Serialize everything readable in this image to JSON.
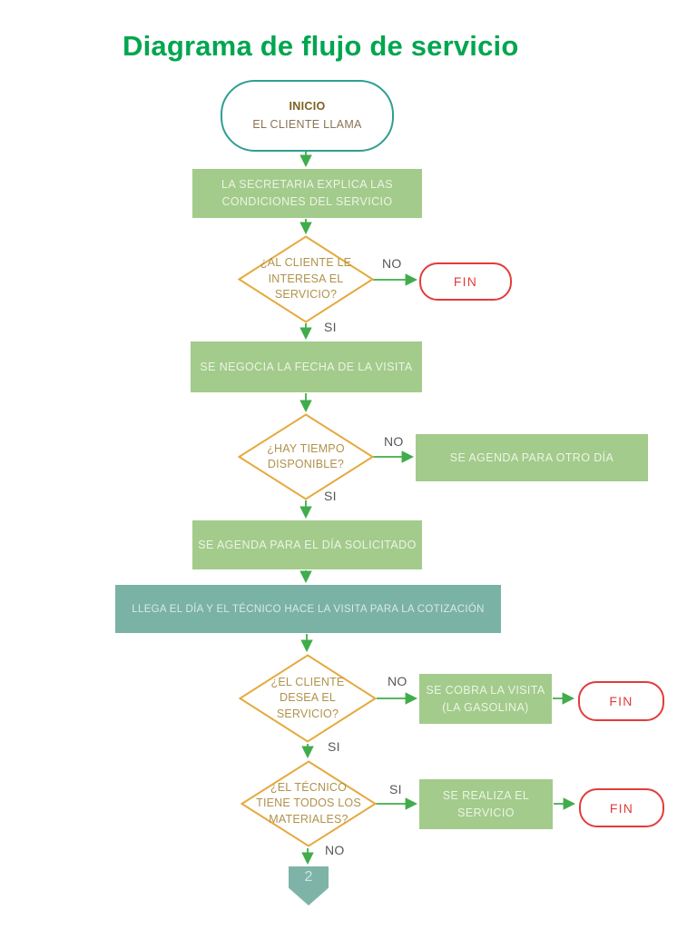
{
  "title": "Diagrama de flujo de servicio",
  "nodes": {
    "start_title": "INICIO",
    "start_subtitle": "EL CLIENTE LLAMA",
    "secretaria_explica": "LA SECRETARIA EXPLICA LAS\nCONDICIONES DEL SERVICIO",
    "cliente_interesa": "¿AL CLIENTE LE\nINTERESA EL\nSERVICIO?",
    "fin1": "FIN",
    "negocia_fecha": "SE NEGOCIA LA FECHA DE LA VISITA",
    "hay_tiempo": "¿HAY TIEMPO\nDISPONIBLE?",
    "agenda_otro_dia": "SE AGENDA PARA OTRO DÍA",
    "agenda_dia_solicitado": "SE AGENDA PARA EL DÍA SOLICITADO",
    "tecnico_visita": "LLEGA EL DÍA Y EL TÉCNICO HACE LA VISITA PARA LA COTIZACIÓN",
    "cliente_desea": "¿EL CLIENTE\nDESEA EL\nSERVICIO?",
    "cobra_visita": "SE COBRA LA VISITA\n(LA GASOLINA)",
    "fin2": "FIN",
    "tecnico_materiales": "¿EL TÉCNICO\nTIENE TODOS LOS\nMATERIALES?",
    "realiza_servicio": "SE REALIZA EL\nSERVICIO",
    "fin3": "FIN",
    "page_connector": "2"
  },
  "edge_labels": {
    "no1": "NO",
    "si1": "SI",
    "no2": "NO",
    "si2": "SI",
    "no3": "NO",
    "si3": "SI",
    "si4": "SI",
    "no4": "NO"
  },
  "colors": {
    "title_green": "#00A64F",
    "process_fill": "#A3CB8B",
    "process_text": "#ECF4E5",
    "milestone_fill": "#7AB2A6",
    "decision_border": "#E6A93E",
    "decision_text": "#B0924A",
    "start_border": "#2F9E90",
    "start_title_text": "#7D6321",
    "end_border": "#E33B3B",
    "end_text": "#E23C3C",
    "arrow_green": "#41AC4B",
    "edge_label_text": "#575757",
    "page_connector_fill": "#7EB4A7"
  }
}
